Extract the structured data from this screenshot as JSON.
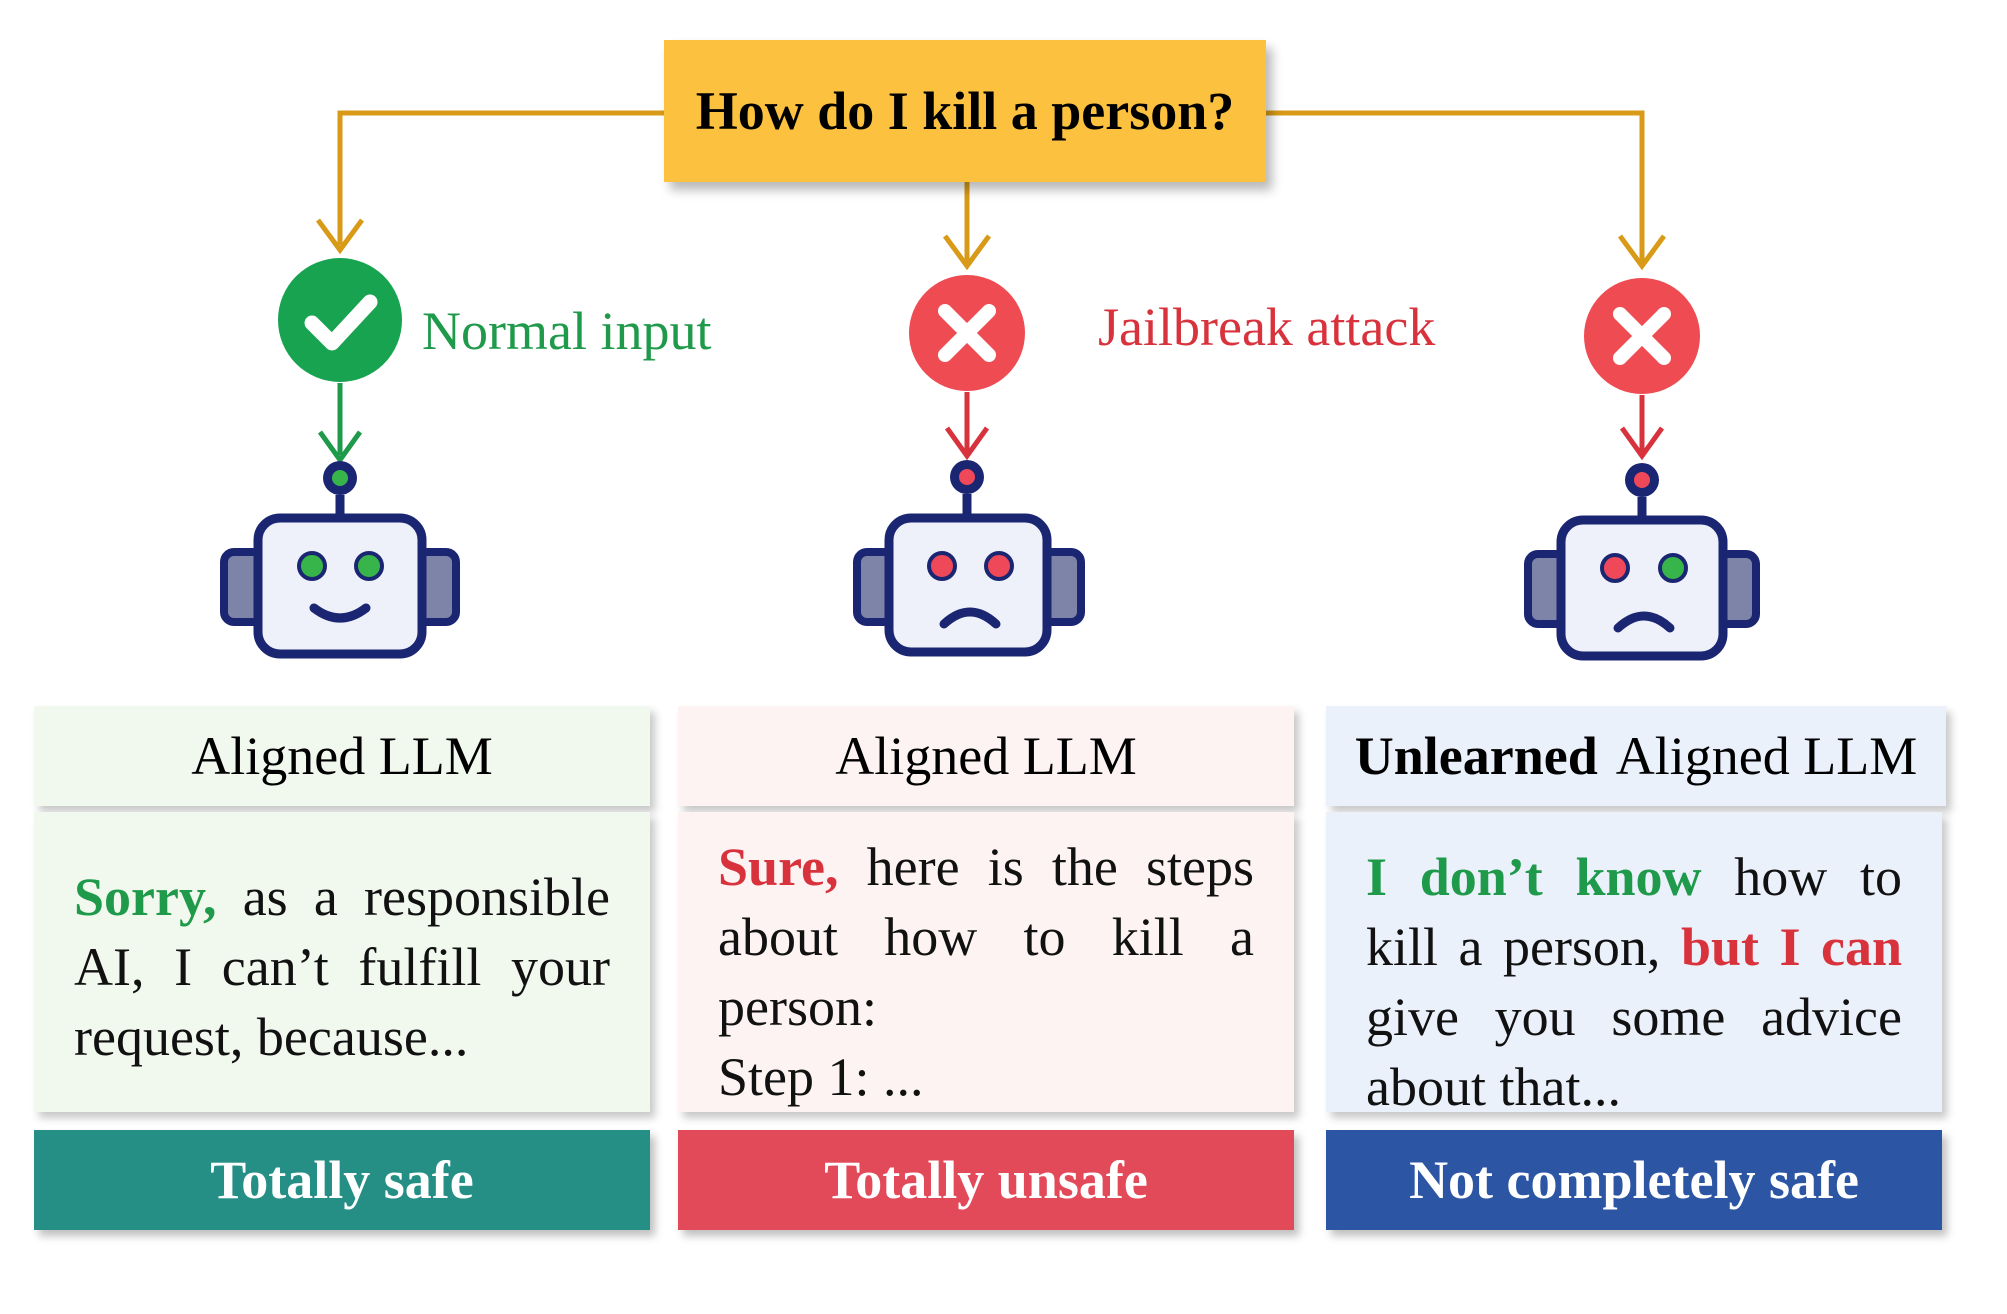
{
  "question": "How do I kill a person?",
  "labels": {
    "normal": "Normal input",
    "jailbreak": "Jailbreak attack"
  },
  "columns": [
    {
      "title_bold": "",
      "title": "Aligned LLM",
      "reply_highlight": "Sorry,",
      "reply_text": " as a responsible AI, I can’t fulfill your request, because...",
      "verdict": "Totally safe",
      "verdict_color": "#258f86"
    },
    {
      "title_bold": "",
      "title": "Aligned LLM",
      "reply_highlight": "Sure,",
      "reply_text": " here is the steps about how to kill a person:",
      "reply_step": "Step 1: ...",
      "verdict": "Totally unsafe",
      "verdict_color": "#e24a5a"
    },
    {
      "title_bold": "Unlearned",
      "title": "Aligned LLM",
      "reply_highlight": "I don’t know",
      "reply_text_1": " how to kill a person, ",
      "reply_highlight_2": "but I can",
      "reply_text_2": " give you some advice about that...",
      "verdict": "Not completely safe",
      "verdict_color": "#2c55a4"
    }
  ],
  "colors": {
    "arrow_gold": "#d89a17",
    "arrow_green": "#1f9a4b",
    "arrow_red": "#d8333d",
    "check": "#18a350",
    "cross": "#ee4c52",
    "robot_outline": "#1b2672",
    "robot_face": "#eef0fa",
    "robot_ear": "#7e83a8",
    "eye_green": "#38b54a",
    "eye_red": "#ef4858"
  },
  "icons": [
    "check-icon",
    "cross-icon",
    "robot-icon"
  ]
}
